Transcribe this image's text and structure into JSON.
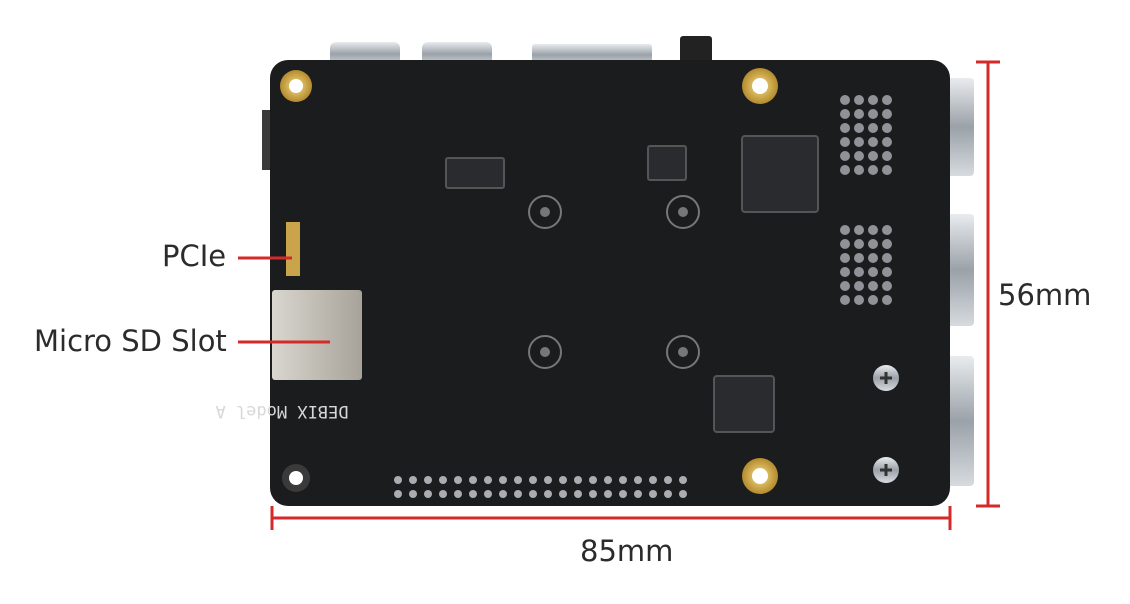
{
  "labels": {
    "pcie": "PCIe",
    "micro_sd": "Micro SD Slot",
    "width": "85mm",
    "height": "56mm",
    "silkscreen": "DEBIX Model A"
  },
  "colors": {
    "dimension_line": "#d42a2a",
    "board": "#1b1c1e",
    "text": "#2b2b2b"
  }
}
